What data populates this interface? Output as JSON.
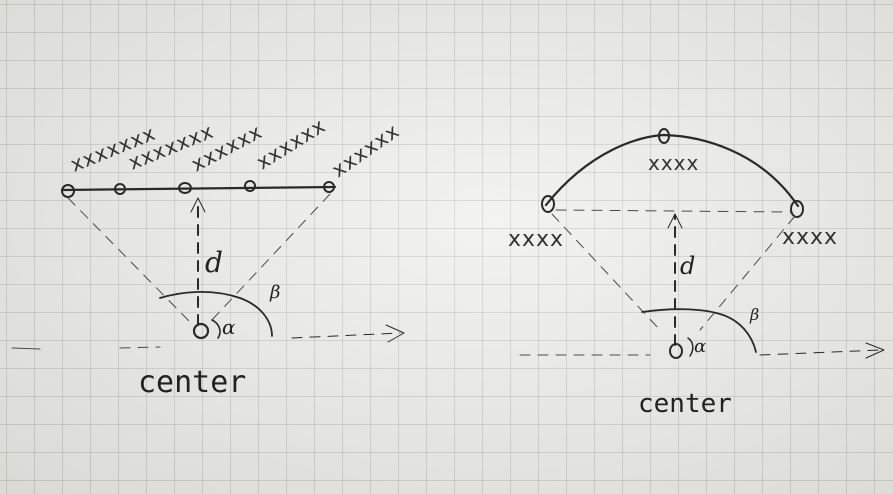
{
  "left_diagram": {
    "distance_label": "d",
    "alpha_label": "α",
    "beta_label": "β",
    "center_label": "center",
    "x_rows": [
      "xxxxxxx",
      "xxxxxxx",
      "xxxxxx",
      "xxxxxx",
      "xxxxxx"
    ]
  },
  "right_diagram": {
    "distance_label": "d",
    "alpha_label": "α",
    "beta_label": "β",
    "center_label": "center",
    "x_top": "xxxx",
    "x_left": "xxxx",
    "x_right": "xxxx"
  },
  "colors": {
    "ink": "#2a2a2a",
    "paper": "#efefea",
    "grid": "#9696a0"
  }
}
